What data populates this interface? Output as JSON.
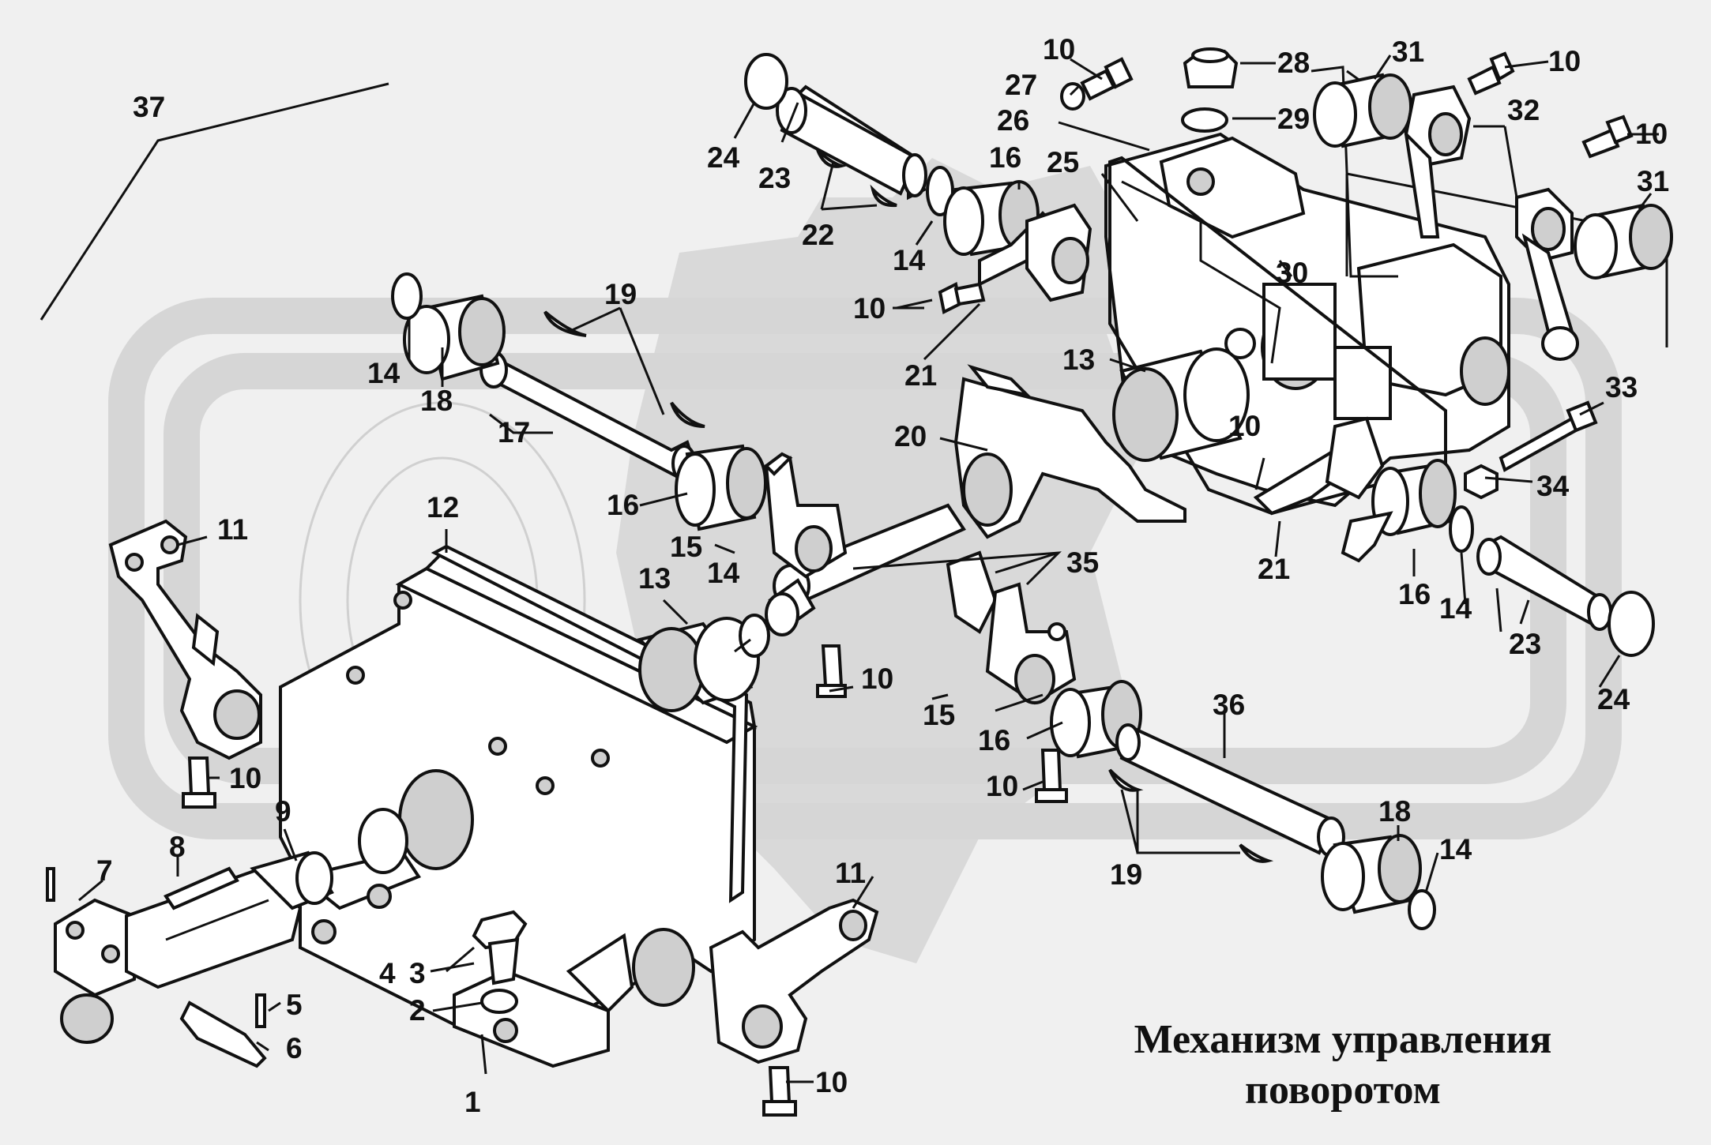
{
  "caption": {
    "line1": "Механизм управления",
    "line2": "поворотом"
  },
  "callouts": [
    "1",
    "2",
    "3",
    "4",
    "5",
    "6",
    "7",
    "8",
    "9",
    "10",
    "10",
    "10",
    "10",
    "10",
    "10",
    "10",
    "10",
    "10",
    "11",
    "11",
    "12",
    "13",
    "13",
    "14",
    "14",
    "14",
    "14",
    "14",
    "14",
    "15",
    "15",
    "16",
    "16",
    "16",
    "16",
    "17",
    "18",
    "18",
    "19",
    "19",
    "20",
    "21",
    "21",
    "22",
    "23",
    "23",
    "24",
    "24",
    "25",
    "26",
    "27",
    "28",
    "29",
    "30",
    "31",
    "31",
    "32",
    "33",
    "34",
    "35",
    "36",
    "37"
  ]
}
